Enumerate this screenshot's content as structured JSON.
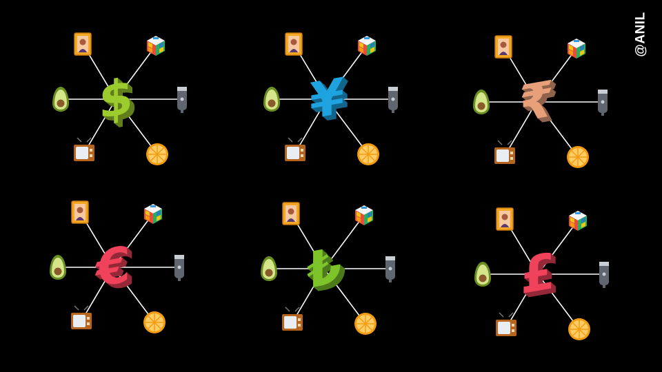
{
  "watermark": "@ANIL",
  "objects": [
    "portrait-frame",
    "rubiks-cube",
    "avocado",
    "electric-shaver",
    "television",
    "orange-slice"
  ],
  "panels": [
    {
      "symbol": "$",
      "name": "dollar",
      "color": "#9ccb2e"
    },
    {
      "symbol": "¥",
      "name": "yen",
      "color": "#1fa3e0"
    },
    {
      "symbol": "₹",
      "name": "rupee",
      "color": "#e8a07a"
    },
    {
      "symbol": "€",
      "name": "euro",
      "color": "#f0425a"
    },
    {
      "symbol": "₺",
      "name": "lira",
      "color": "#7cc42a"
    },
    {
      "symbol": "£",
      "name": "pound",
      "color": "#f0425a"
    }
  ]
}
